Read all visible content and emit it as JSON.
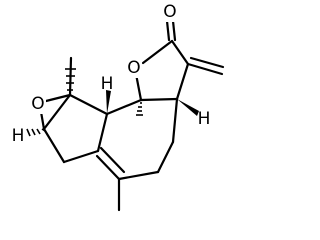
{
  "molecule": {
    "atoms": {
      "carbonyl_oxygen": "O",
      "ring_oxygen": "O",
      "epoxide_oxygen": "O",
      "stereo_h_top": "H",
      "stereo_h_right": "H",
      "stereo_h_left": "H"
    }
  }
}
